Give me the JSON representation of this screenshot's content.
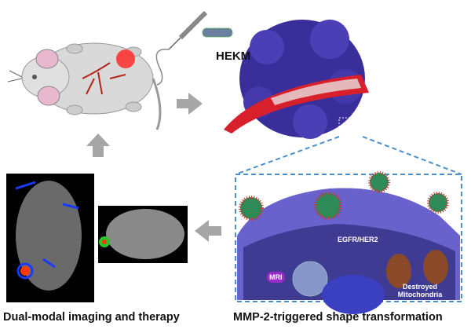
{
  "labels": {
    "nanoparticle": "HEKM",
    "receptor": "EGFR/HER2",
    "mri": "MRI",
    "mitochondria": "Destroyed Mitochondria"
  },
  "captions": {
    "left": "Dual-modal imaging and therapy",
    "right": "MMP-2-triggered  shape transformation"
  },
  "colors": {
    "arrow": "#a6a6a6",
    "dashed_box": "#4a8fc9",
    "cell": "#5a52b8",
    "vessel": "#d8202c",
    "tumor_glow": "#ff2a2a"
  }
}
